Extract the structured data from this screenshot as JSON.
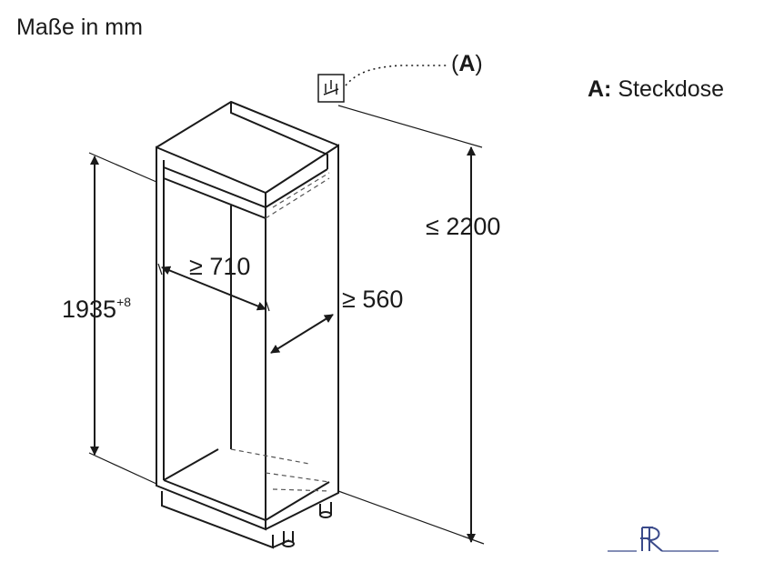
{
  "units_label": "Maße in mm",
  "legend": {
    "key": "A:",
    "text": "Steckdose"
  },
  "callout": {
    "open": "(",
    "key": "A",
    "close": ")"
  },
  "dimensions": {
    "height_niche": {
      "value": "1935",
      "tolerance": "+8"
    },
    "width": "≥ 710",
    "depth": "≥ 560",
    "height_socket": "≤ 2200"
  },
  "icons": [
    "socket-icon",
    "brand-logo"
  ],
  "colors": {
    "line": "#1a1a1a",
    "hidden_line": "#555555",
    "logo_line": "#3a4a8a"
  }
}
